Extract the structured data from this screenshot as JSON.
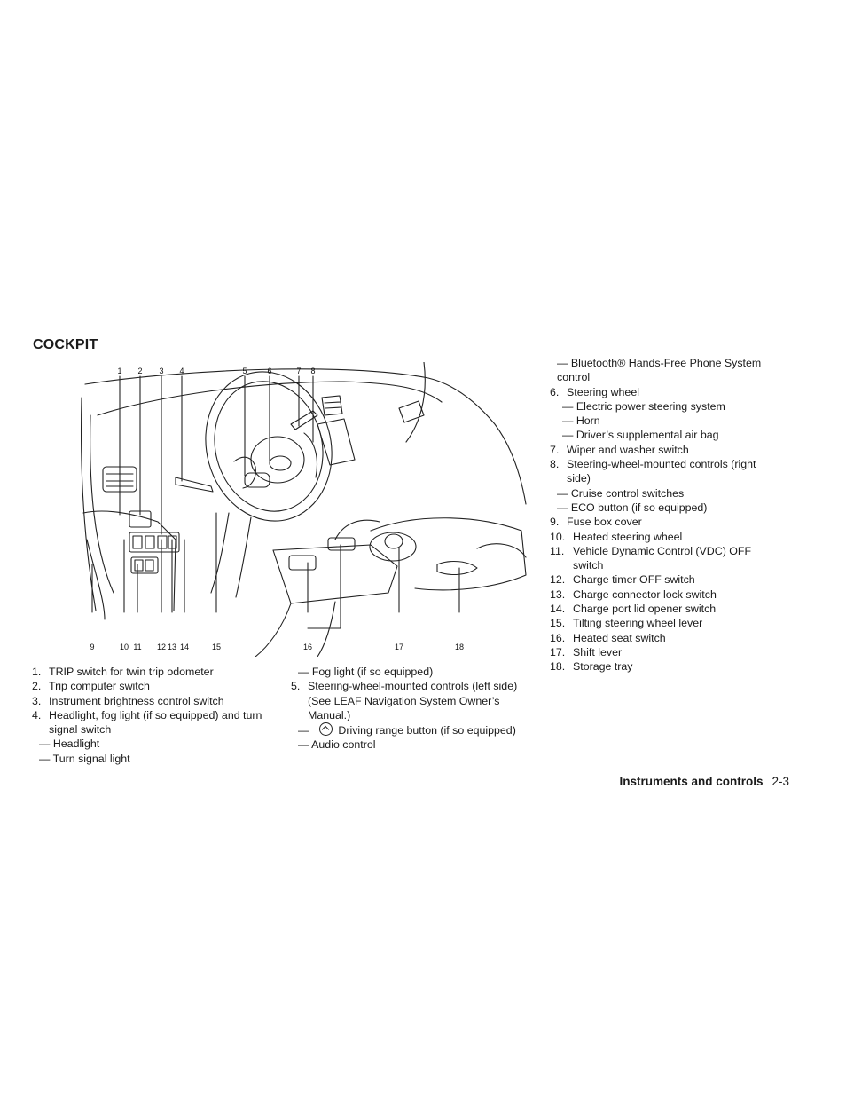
{
  "section_title": "COCKPIT",
  "figure": {
    "top_callouts": [
      "1",
      "2",
      "3",
      "4",
      "5",
      "6",
      "7",
      "8"
    ],
    "bottom_callouts": [
      "9",
      "10",
      "11",
      "12",
      "13",
      "14",
      "15",
      "16",
      "17",
      "18"
    ]
  },
  "col1": [
    {
      "type": "item",
      "num": "1.",
      "text": "TRIP switch for twin trip odometer"
    },
    {
      "type": "item",
      "num": "2.",
      "text": "Trip computer switch"
    },
    {
      "type": "item",
      "num": "3.",
      "text": "Instrument brightness control switch"
    },
    {
      "type": "item",
      "num": "4.",
      "text": "Headlight, fog light (if so equipped) and turn signal switch"
    },
    {
      "type": "sub",
      "text": "— Headlight"
    },
    {
      "type": "sub",
      "text": "— Turn signal light"
    }
  ],
  "col2_first": "— Fog light (if so equipped)",
  "col2_item5_num": "5.",
  "col2_item5_text": "Steering-wheel-mounted controls (left side) (See LEAF Navigation System Owner’s Manual.)",
  "col2_dash": "—",
  "col2_drive_range": "Driving range button (if so equipped)",
  "col2_audio": "—  Audio control",
  "col3": [
    {
      "type": "sub",
      "text": "— Bluetooth® Hands-Free Phone System control"
    },
    {
      "type": "item",
      "num": "6.",
      "text": "Steering wheel"
    },
    {
      "type": "sub2",
      "text": "—  Electric power steering system"
    },
    {
      "type": "sub2",
      "text": "—  Horn"
    },
    {
      "type": "sub2",
      "text": "—  Driver’s supplemental air bag"
    },
    {
      "type": "item",
      "num": "7.",
      "text": "Wiper and washer switch"
    },
    {
      "type": "item",
      "num": "8.",
      "text": "Steering-wheel-mounted controls (right side)"
    },
    {
      "type": "sub",
      "text": "— Cruise control switches"
    },
    {
      "type": "sub",
      "text": "— ECO button (if so equipped)"
    },
    {
      "type": "item",
      "num": "9.",
      "text": "Fuse box cover"
    },
    {
      "type": "wide",
      "num": "10.",
      "text": "Heated steering wheel"
    },
    {
      "type": "wide",
      "num": "11.",
      "text": "Vehicle Dynamic Control (VDC) OFF switch"
    },
    {
      "type": "wide",
      "num": "12.",
      "text": "Charge timer OFF switch"
    },
    {
      "type": "wide",
      "num": "13.",
      "text": "Charge connector lock switch"
    },
    {
      "type": "wide",
      "num": "14.",
      "text": "Charge port lid opener switch"
    },
    {
      "type": "wide",
      "num": "15.",
      "text": "Tilting steering wheel lever"
    },
    {
      "type": "wide",
      "num": "16.",
      "text": "Heated seat switch"
    },
    {
      "type": "wide",
      "num": "17.",
      "text": "Shift lever"
    },
    {
      "type": "wide",
      "num": "18.",
      "text": "Storage tray"
    }
  ],
  "footer": {
    "section": "Instruments and controls",
    "page": "2-3"
  }
}
